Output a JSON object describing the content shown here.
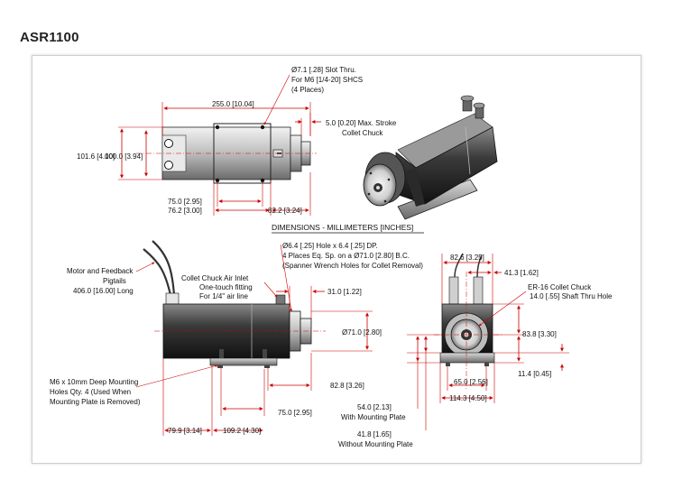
{
  "title": "ASR1100",
  "section_heading": "DIMENSIONS - MILLIMETERS [INCHES]",
  "top_view": {
    "slot_note": [
      "Ø7.1 [.28] Slot Thru.",
      "For M6 [1/4-20] SHCS",
      "(4 Places)"
    ],
    "length_label": "255.0 [10.04]",
    "stroke_note": [
      "5.0 [0.20] Max. Stroke",
      "Collet Chuck"
    ],
    "height_outer_label": "101.6 [4.00]",
    "height_inner_label": "100.0 [3.94]",
    "hole_spacing_label": "75.0 [2.95]",
    "plate_width_label": "76.2 [3.00]",
    "front_offset_label": "82.2 [3.24]"
  },
  "side_view": {
    "motor_note": [
      "Motor and Feedback",
      "Pigtails",
      "406.0 [16.00] Long"
    ],
    "air_note": [
      "Collet Chuck Air Inlet",
      "One-touch fitting",
      "For 1/4\" air line"
    ],
    "spanner_note": [
      "Ø6.4 [.25] Hole x 6.4 [.25] DP.",
      "4 Places Eq. Sp. on a Ø71.0 [2.80] B.C.",
      "(Spanner Wrench Holes for Collet Removal)"
    ],
    "nose_length_label": "31.0 [1.22]",
    "bc_diameter_label": "Ø71.0 [2.80]",
    "mount_note": [
      "M6 x 10mm Deep Mounting",
      "Holes Qty. 4 (Used When",
      "Mounting Plate is Removed)"
    ],
    "front_to_hole_label": "82.8 [3.26]",
    "hole_spacing_label": "75.0 [2.95]",
    "rear_to_hole_label": "79.9 [3.14]",
    "hole_span_label": "109.2 [4.30]"
  },
  "front_view": {
    "width_label": "82.6 [3.25]",
    "half_width_label": "41.3 [1.62]",
    "collet_note": [
      "ER-16 Collet Chuck",
      "14.0 [.55] Shaft Thru Hole"
    ],
    "center_height_label": "83.8 [3.30]",
    "plate_thickness_label": "11.4 [0.45]",
    "hole_spacing_label": "65.0 [2.56]",
    "plate_width_label": "114.3 [4.50]",
    "height_with_plate": [
      "54.0 [2.13]",
      "With Mounting Plate"
    ],
    "height_without_plate": [
      "41.8 [1.65]",
      "Without Mounting Plate"
    ]
  }
}
